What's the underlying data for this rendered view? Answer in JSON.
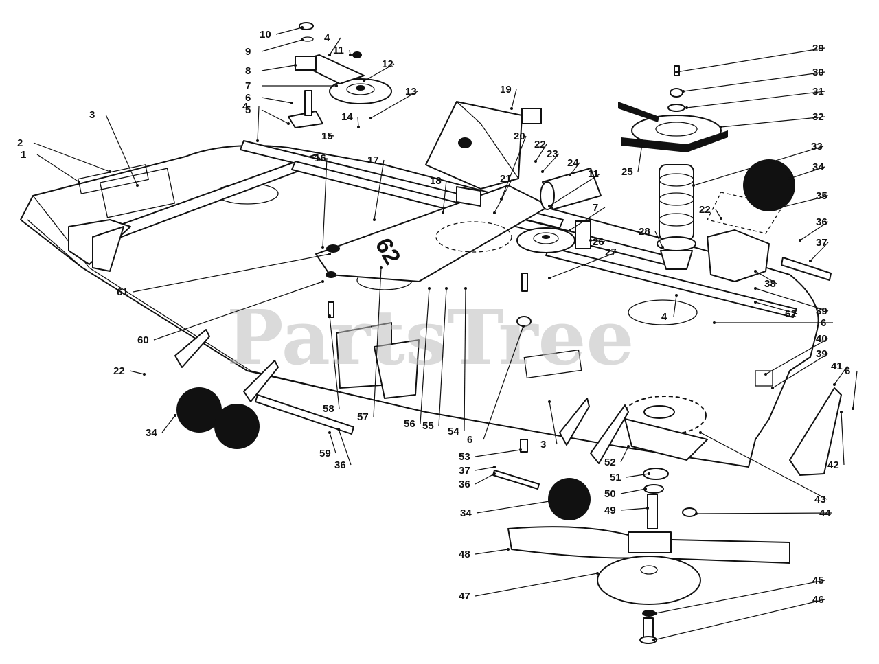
{
  "watermark": "PartsTree",
  "deck_stamp": "62",
  "parts": [
    {
      "id": "p1",
      "label": "1"
    },
    {
      "id": "p2",
      "label": "2"
    },
    {
      "id": "p3a",
      "label": "3"
    },
    {
      "id": "p3b",
      "label": "3"
    },
    {
      "id": "p4a",
      "label": "4"
    },
    {
      "id": "p4b",
      "label": "4"
    },
    {
      "id": "p4c",
      "label": "4"
    },
    {
      "id": "p5",
      "label": "5"
    },
    {
      "id": "p6a",
      "label": "6"
    },
    {
      "id": "p6b",
      "label": "6"
    },
    {
      "id": "p6c",
      "label": "6"
    },
    {
      "id": "p6d",
      "label": "6"
    },
    {
      "id": "p7a",
      "label": "7"
    },
    {
      "id": "p7b",
      "label": "7"
    },
    {
      "id": "p8",
      "label": "8"
    },
    {
      "id": "p9",
      "label": "9"
    },
    {
      "id": "p10",
      "label": "10"
    },
    {
      "id": "p11a",
      "label": "11"
    },
    {
      "id": "p11b",
      "label": "11"
    },
    {
      "id": "p12",
      "label": "12"
    },
    {
      "id": "p13",
      "label": "13"
    },
    {
      "id": "p14",
      "label": "14"
    },
    {
      "id": "p15",
      "label": "15"
    },
    {
      "id": "p16",
      "label": "16"
    },
    {
      "id": "p17",
      "label": "17"
    },
    {
      "id": "p18",
      "label": "18"
    },
    {
      "id": "p19",
      "label": "19"
    },
    {
      "id": "p20",
      "label": "20"
    },
    {
      "id": "p21",
      "label": "21"
    },
    {
      "id": "p22a",
      "label": "22"
    },
    {
      "id": "p22b",
      "label": "22"
    },
    {
      "id": "p22c",
      "label": "22"
    },
    {
      "id": "p23",
      "label": "23"
    },
    {
      "id": "p24",
      "label": "24"
    },
    {
      "id": "p25",
      "label": "25"
    },
    {
      "id": "p26",
      "label": "26"
    },
    {
      "id": "p27",
      "label": "27"
    },
    {
      "id": "p28",
      "label": "28"
    },
    {
      "id": "p29",
      "label": "29"
    },
    {
      "id": "p30",
      "label": "30"
    },
    {
      "id": "p31",
      "label": "31"
    },
    {
      "id": "p32",
      "label": "32"
    },
    {
      "id": "p33",
      "label": "33"
    },
    {
      "id": "p34a",
      "label": "34"
    },
    {
      "id": "p34b",
      "label": "34"
    },
    {
      "id": "p34c",
      "label": "34"
    },
    {
      "id": "p35",
      "label": "35"
    },
    {
      "id": "p36a",
      "label": "36"
    },
    {
      "id": "p36b",
      "label": "36"
    },
    {
      "id": "p36c",
      "label": "36"
    },
    {
      "id": "p37a",
      "label": "37"
    },
    {
      "id": "p37b",
      "label": "37"
    },
    {
      "id": "p38",
      "label": "38"
    },
    {
      "id": "p39a",
      "label": "39"
    },
    {
      "id": "p39b",
      "label": "39"
    },
    {
      "id": "p40",
      "label": "40"
    },
    {
      "id": "p41",
      "label": "41"
    },
    {
      "id": "p42",
      "label": "42"
    },
    {
      "id": "p43",
      "label": "43"
    },
    {
      "id": "p44",
      "label": "44"
    },
    {
      "id": "p45",
      "label": "45"
    },
    {
      "id": "p46",
      "label": "46"
    },
    {
      "id": "p47",
      "label": "47"
    },
    {
      "id": "p48",
      "label": "48"
    },
    {
      "id": "p49",
      "label": "49"
    },
    {
      "id": "p50",
      "label": "50"
    },
    {
      "id": "p51",
      "label": "51"
    },
    {
      "id": "p52",
      "label": "52"
    },
    {
      "id": "p53",
      "label": "53"
    },
    {
      "id": "p54",
      "label": "54"
    },
    {
      "id": "p55",
      "label": "55"
    },
    {
      "id": "p56",
      "label": "56"
    },
    {
      "id": "p57",
      "label": "57"
    },
    {
      "id": "p58",
      "label": "58"
    },
    {
      "id": "p59",
      "label": "59"
    },
    {
      "id": "p60",
      "label": "60"
    },
    {
      "id": "p61",
      "label": "61"
    },
    {
      "id": "p62",
      "label": "62"
    }
  ]
}
